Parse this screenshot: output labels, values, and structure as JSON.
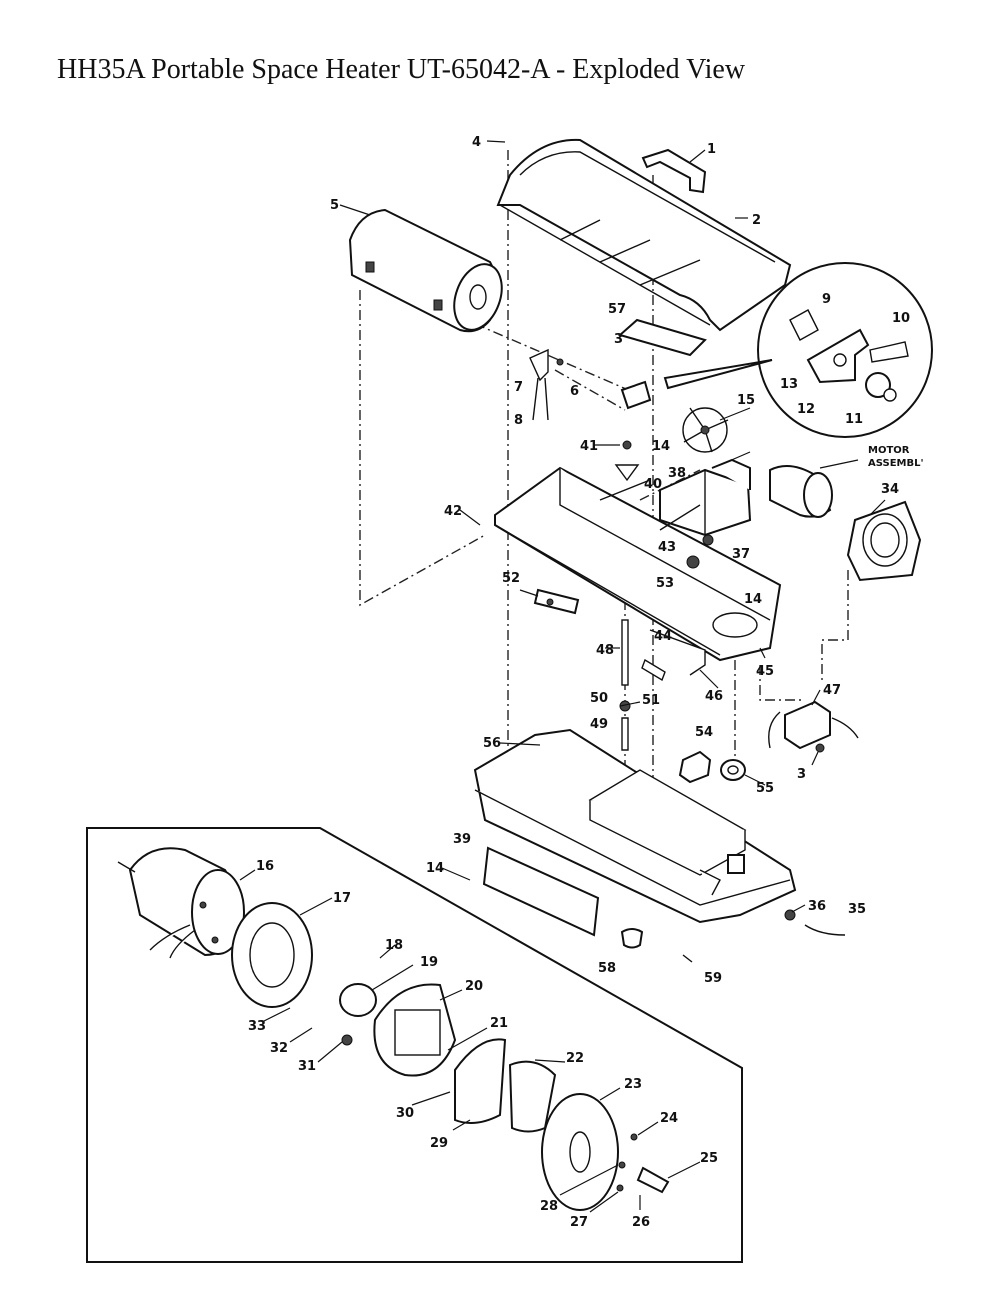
{
  "title": "HH35A Portable Space Heater UT-65042-A - Exploded View",
  "callouts": {
    "motor_assembly": [
      "MOTOR",
      "ASSEMBL'"
    ]
  },
  "parts": [
    "1",
    "2",
    "3",
    "4",
    "5",
    "6",
    "7",
    "8",
    "9",
    "10",
    "11",
    "12",
    "13",
    "14",
    "15",
    "16",
    "17",
    "18",
    "19",
    "20",
    "21",
    "22",
    "23",
    "24",
    "25",
    "26",
    "27",
    "28",
    "29",
    "30",
    "31",
    "32",
    "33",
    "34",
    "35",
    "36",
    "37",
    "38",
    "39",
    "40",
    "41",
    "42",
    "43",
    "44",
    "45",
    "46",
    "47",
    "48",
    "49",
    "50",
    "51",
    "52",
    "53",
    "54",
    "55",
    "56",
    "57",
    "58",
    "59"
  ],
  "extra_labels": {
    "p3b": "3",
    "p14b": "14",
    "p14c": "14"
  }
}
